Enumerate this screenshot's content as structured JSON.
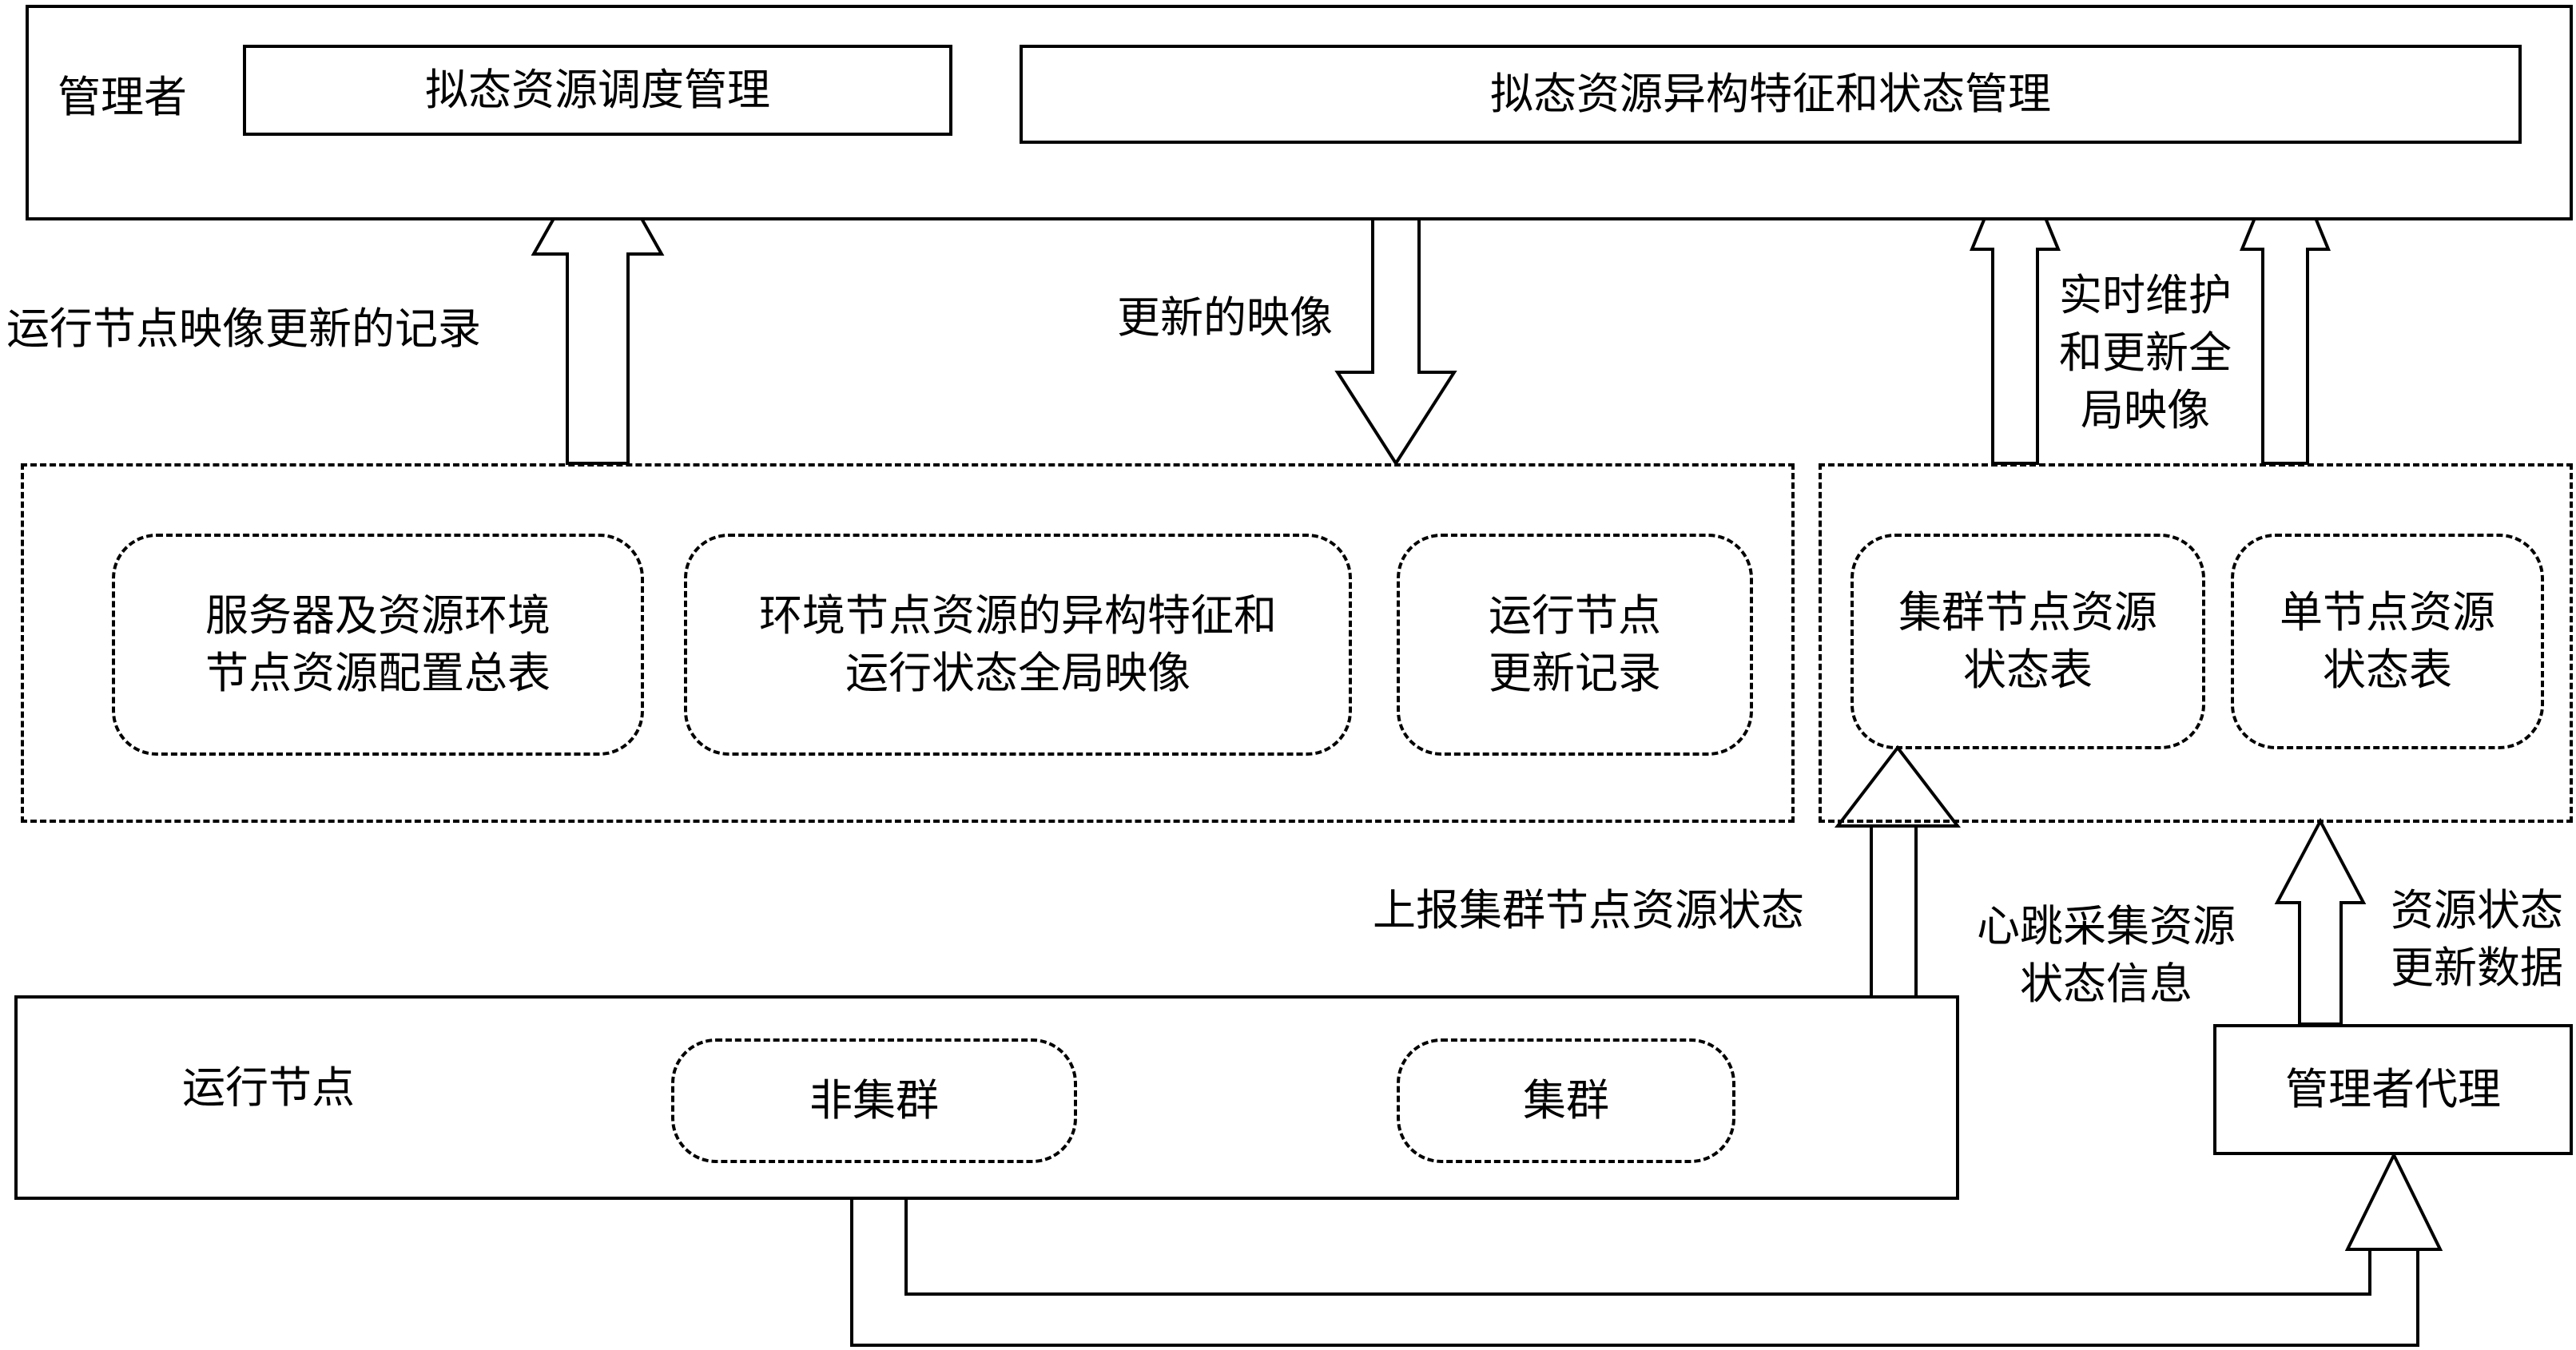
{
  "manager": {
    "label": "管理者",
    "schedule_box": "拟态资源调度管理",
    "hetero_box": "拟态资源异构特征和状态管理"
  },
  "arrows": {
    "run_node_record": "运行节点映像更新的记录",
    "updated_image": "更新的映像",
    "realtime_maintain": [
      "实时维护",
      "和更新全",
      "局映像"
    ],
    "report_cluster": "上报集群节点资源状态",
    "heartbeat": [
      "心跳采集资源",
      "状态信息"
    ],
    "resource_update": [
      "资源状态",
      "更新数据"
    ]
  },
  "left_store": {
    "server_table": [
      "服务器及资源环境",
      "节点资源配置总表"
    ],
    "global_image": [
      "环境节点资源的异构特征和",
      "运行状态全局映像"
    ],
    "run_record": [
      "运行节点",
      "更新记录"
    ]
  },
  "right_store": {
    "cluster_table": [
      "集群节点资源",
      "状态表"
    ],
    "single_table": [
      "单节点资源",
      "状态表"
    ]
  },
  "run_nodes": {
    "label": "运行节点",
    "non_cluster": "非集群",
    "cluster": "集群"
  },
  "agent": {
    "label": "管理者代理"
  }
}
